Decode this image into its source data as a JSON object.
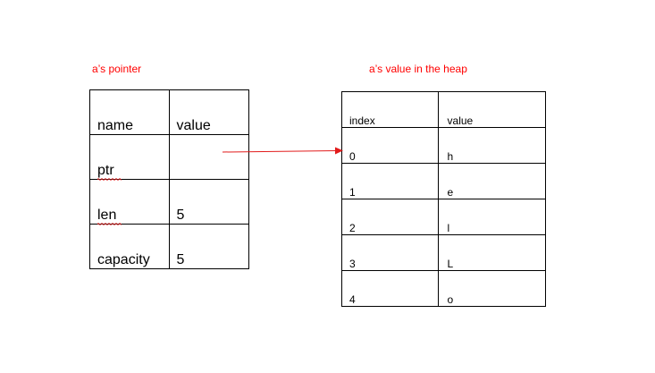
{
  "left_caption": "a’s pointer",
  "right_caption": "a’s value in the heap",
  "pointer_table": {
    "header": {
      "name": "name",
      "value": "value"
    },
    "rows": [
      {
        "name": "ptr",
        "value": ""
      },
      {
        "name": "len",
        "value": "5"
      },
      {
        "name": "capacity",
        "value": "5"
      }
    ]
  },
  "heap_table": {
    "header": {
      "index": "index",
      "value": "value"
    },
    "rows": [
      {
        "index": "0",
        "value": "h"
      },
      {
        "index": "1",
        "value": "e"
      },
      {
        "index": "2",
        "value": "l"
      },
      {
        "index": "3",
        "value": "L"
      },
      {
        "index": "4",
        "value": "o"
      }
    ]
  },
  "colors": {
    "caption": "#ff0000",
    "arrow": "#e21b1b",
    "squiggle": "#e02020",
    "border": "#000000"
  }
}
